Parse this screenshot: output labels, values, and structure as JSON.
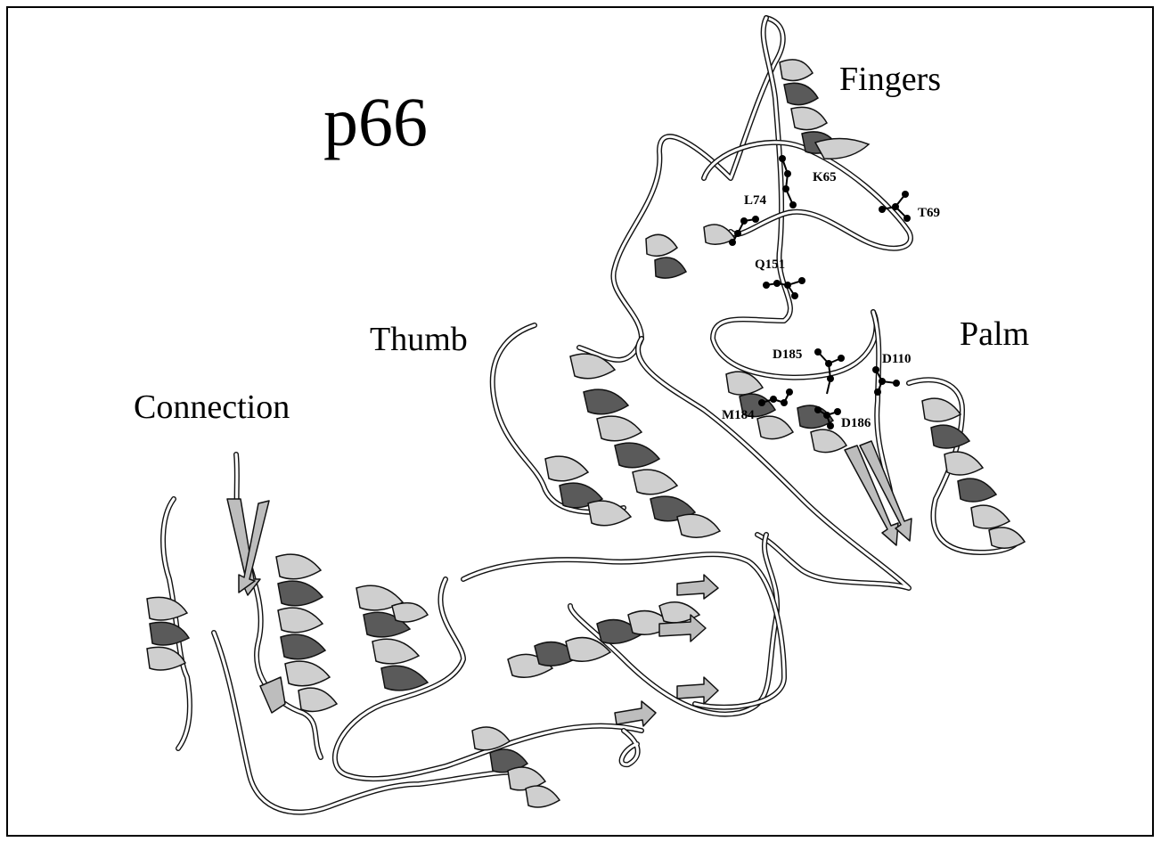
{
  "title": "p66",
  "domains": {
    "fingers": "Fingers",
    "palm": "Palm",
    "thumb": "Thumb",
    "connection": "Connection"
  },
  "residues": {
    "k65": "K65",
    "l74": "L74",
    "t69": "T69",
    "q151": "Q151",
    "d185": "D185",
    "d110": "D110",
    "m184": "M184",
    "d186": "D186"
  }
}
